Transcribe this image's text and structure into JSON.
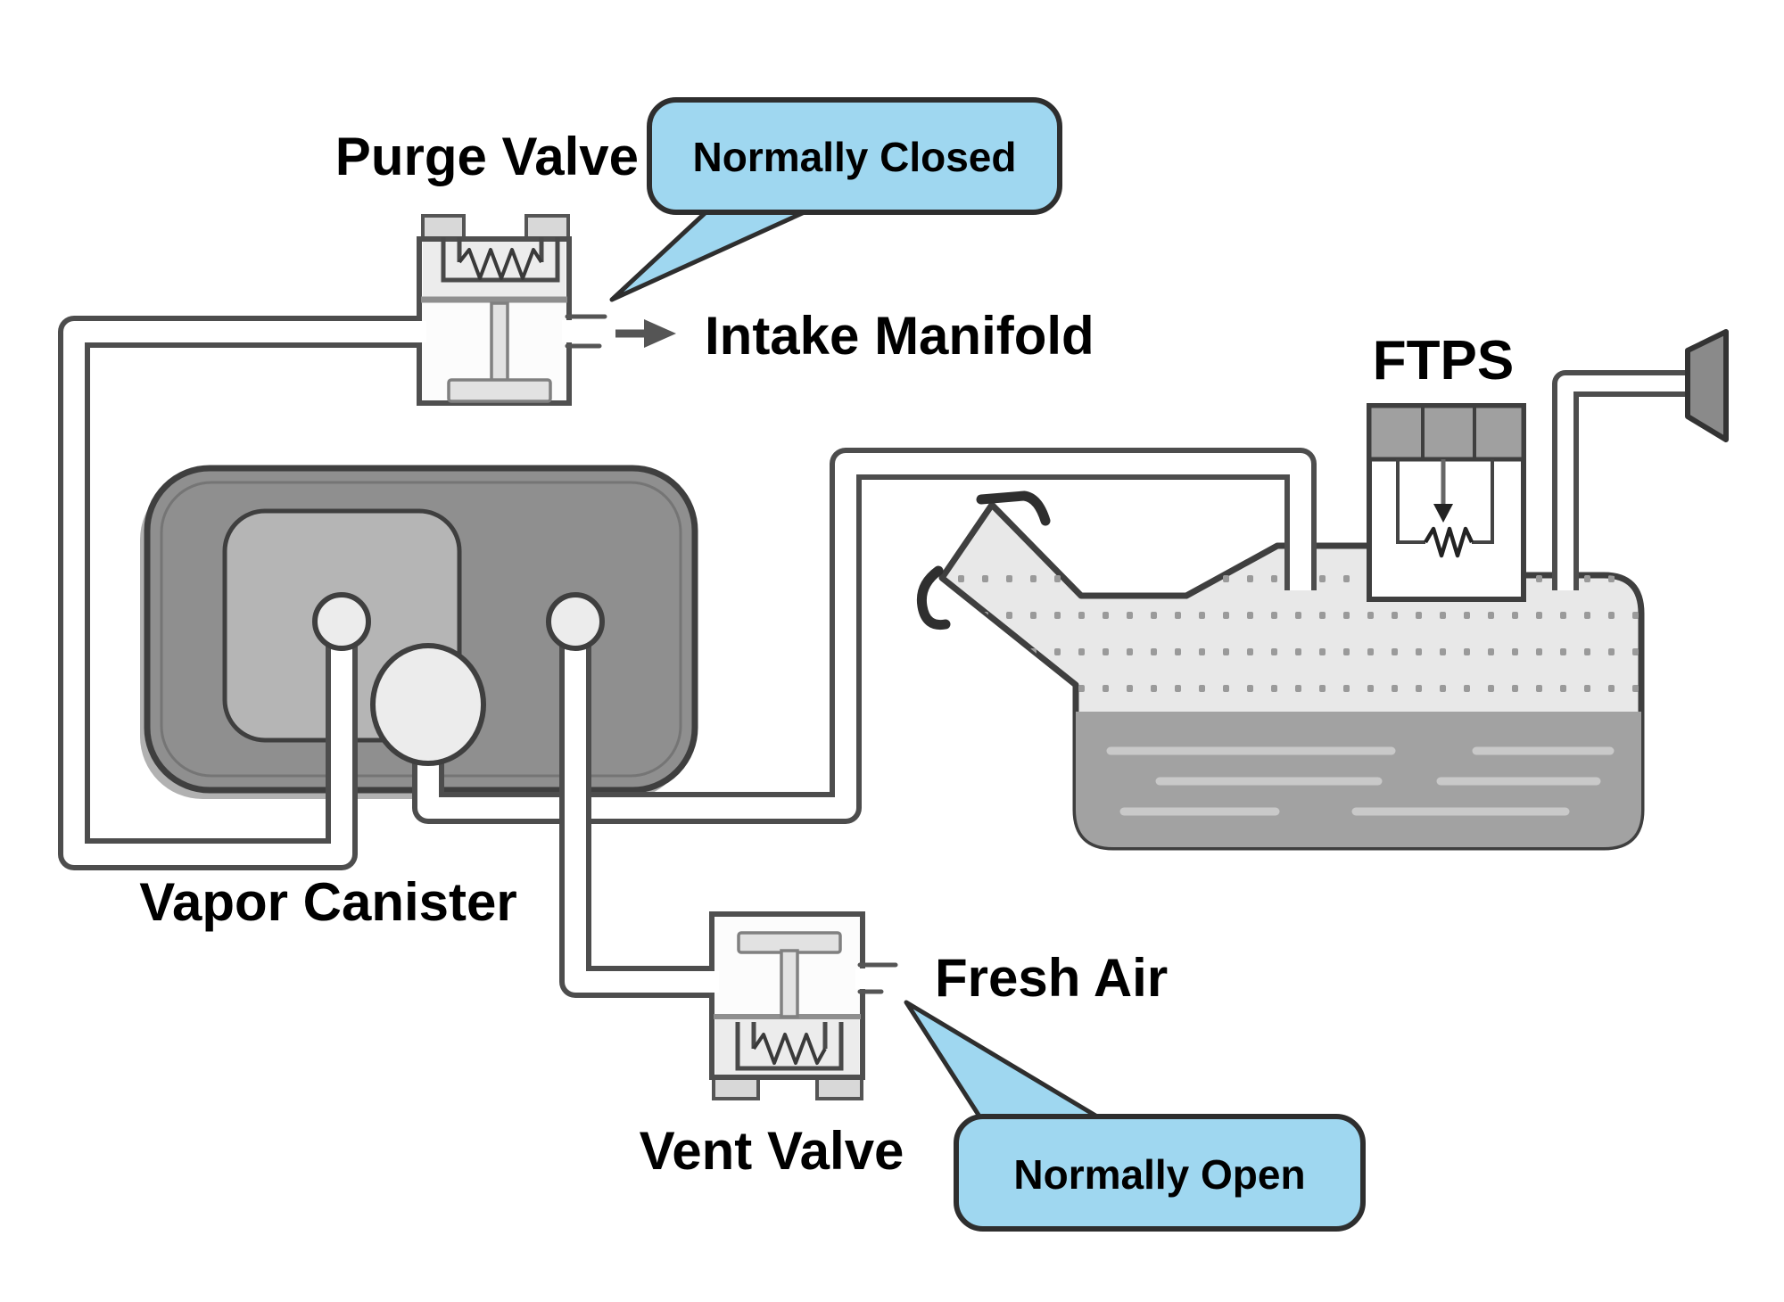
{
  "diagram": {
    "type": "evap-emission-control-system",
    "labels": {
      "purge_valve": "Purge Valve",
      "purge_valve_state": "Normally Closed",
      "intake_manifold": "Intake Manifold",
      "ftps": "FTPS",
      "vapor_canister": "Vapor Canister",
      "fresh_air": "Fresh Air",
      "vent_valve": "Vent Valve",
      "vent_valve_state": "Normally Open"
    },
    "components": [
      "purge-valve",
      "vapor-canister",
      "vent-valve",
      "fuel-tank",
      "fuel-tank-pressure-sensor",
      "filler-funnel",
      "intake-manifold-arrow"
    ]
  },
  "colors": {
    "background": "#ffffff",
    "outline": "#3f3f3f",
    "pipe-outline": "#4d4d4d",
    "pipe-fill": "#ffffff",
    "callout-fill": "#9fd7f0",
    "callout-border": "#2e2e2e",
    "text": "#000000",
    "canister-body": "#8f8f8f",
    "canister-inner": "#b5b5b5",
    "canister-port": "#ececec",
    "canister-rim": "#757575",
    "tank-vapor": "#e8e8e8",
    "tank-liquid": "#a2a2a2",
    "tank-streak": "#c9c9c9",
    "tank-dot": "#9a9a9a",
    "valve-body": "#fcfcfc",
    "valve-section": "#ececec",
    "valve-detail": "#e2e2e2",
    "valve-tab": "#d8d8d8",
    "valve-midline": "#8f8f8f",
    "detail-stroke": "#808080",
    "spring": "#3a3a3a",
    "ftps-header": "#a0a0a0",
    "funnel": "#8a8a8a",
    "arrow": "#555555",
    "hook": "#2f2f2f"
  }
}
